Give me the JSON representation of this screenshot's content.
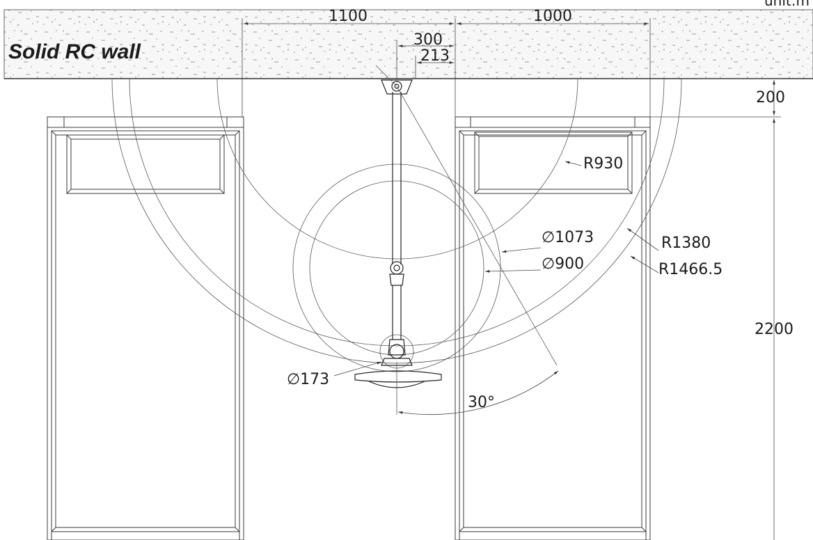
{
  "wall": {
    "label": "Solid RC wall"
  },
  "corner_text": "unit:m",
  "dimensions": {
    "d1100": "1100",
    "d1000": "1000",
    "d300": "300",
    "d213": "213",
    "d200": "200",
    "d2200": "2200",
    "r930": "R930",
    "dia1073": "∅1073",
    "dia900": "∅900",
    "r1380": "R1380",
    "r1466": "R1466.5",
    "dia173": "∅173",
    "angle30": "30°"
  }
}
